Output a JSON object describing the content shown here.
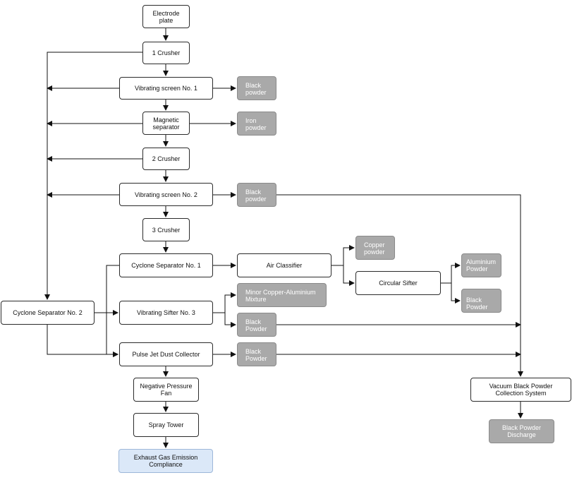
{
  "diagram": {
    "nodes": [
      {
        "id": "electrode-plate",
        "label": "Electrode plate",
        "style": "white"
      },
      {
        "id": "crusher-1",
        "label": "1 Crusher",
        "style": "white"
      },
      {
        "id": "vibrating-screen-1",
        "label": "Vibrating screen No. 1",
        "style": "white"
      },
      {
        "id": "black-powder-1",
        "label": "Black\npowder",
        "style": "gray"
      },
      {
        "id": "magnetic-separator",
        "label": "Magnetic\nseparator",
        "style": "white"
      },
      {
        "id": "iron-powder",
        "label": "Iron\npowder",
        "style": "gray"
      },
      {
        "id": "crusher-2",
        "label": "2 Crusher",
        "style": "white"
      },
      {
        "id": "vibrating-screen-2",
        "label": "Vibrating screen No. 2",
        "style": "white"
      },
      {
        "id": "black-powder-2",
        "label": "Black\npowder",
        "style": "gray"
      },
      {
        "id": "crusher-3",
        "label": "3 Crusher",
        "style": "white"
      },
      {
        "id": "cyclone-separator-1",
        "label": "Cyclone Separator No. 1",
        "style": "white"
      },
      {
        "id": "air-classifier",
        "label": "Air Classifier",
        "style": "white"
      },
      {
        "id": "copper-powder",
        "label": "Copper\npowder",
        "style": "gray"
      },
      {
        "id": "circular-sifter",
        "label": "Circular Sifter",
        "style": "white"
      },
      {
        "id": "aluminium-powder",
        "label": "Aluminium\nPowder",
        "style": "gray"
      },
      {
        "id": "black-powder-circular",
        "label": "Black\nPowder",
        "style": "gray"
      },
      {
        "id": "cyclone-separator-2",
        "label": "Cyclone Separator No. 2",
        "style": "white"
      },
      {
        "id": "vibrating-sifter-3",
        "label": "Vibrating Sifter No. 3",
        "style": "white"
      },
      {
        "id": "minor-copper-aluminium",
        "label": "Minor Copper-Aluminium\nMixture",
        "style": "gray"
      },
      {
        "id": "black-powder-sifter",
        "label": "Black\nPowder",
        "style": "gray"
      },
      {
        "id": "pulse-jet-dust-collector",
        "label": "Pulse Jet Dust Collector",
        "style": "white"
      },
      {
        "id": "black-powder-pulse",
        "label": "Black\nPowder",
        "style": "gray"
      },
      {
        "id": "negative-pressure-fan",
        "label": "Negative Pressure\nFan",
        "style": "white"
      },
      {
        "id": "spray-tower",
        "label": "Spray Tower",
        "style": "white"
      },
      {
        "id": "exhaust-gas",
        "label": "Exhaust Gas Emission\nCompliance",
        "style": "blue"
      },
      {
        "id": "vacuum-collection",
        "label": "Vacuum Black Powder\nCollection System",
        "style": "white"
      },
      {
        "id": "black-powder-discharge",
        "label": "Black Powder\nDischarge",
        "style": "gray-center"
      }
    ],
    "edges": [
      {
        "from": "electrode-plate",
        "to": "crusher-1"
      },
      {
        "from": "crusher-1",
        "to": "vibrating-screen-1"
      },
      {
        "from": "vibrating-screen-1",
        "to": "black-powder-1"
      },
      {
        "from": "vibrating-screen-1",
        "to": "magnetic-separator"
      },
      {
        "from": "magnetic-separator",
        "to": "iron-powder"
      },
      {
        "from": "magnetic-separator",
        "to": "crusher-2"
      },
      {
        "from": "crusher-2",
        "to": "vibrating-screen-2"
      },
      {
        "from": "vibrating-screen-2",
        "to": "black-powder-2"
      },
      {
        "from": "vibrating-screen-2",
        "to": "crusher-3"
      },
      {
        "from": "crusher-3",
        "to": "cyclone-separator-1"
      },
      {
        "from": "cyclone-separator-1",
        "to": "air-classifier"
      },
      {
        "from": "air-classifier",
        "to": "copper-powder"
      },
      {
        "from": "air-classifier",
        "to": "circular-sifter"
      },
      {
        "from": "circular-sifter",
        "to": "aluminium-powder"
      },
      {
        "from": "circular-sifter",
        "to": "black-powder-circular"
      },
      {
        "from": "cyclone-separator-2",
        "to": "vibrating-sifter-3"
      },
      {
        "from": "cyclone-separator-2",
        "to": "pulse-jet-dust-collector"
      },
      {
        "from": "vibrating-sifter-3",
        "to": "minor-copper-aluminium"
      },
      {
        "from": "vibrating-sifter-3",
        "to": "black-powder-sifter"
      },
      {
        "from": "cyclone-separator-1",
        "to": "pulse-jet-dust-collector"
      },
      {
        "from": "pulse-jet-dust-collector",
        "to": "black-powder-pulse"
      },
      {
        "from": "pulse-jet-dust-collector",
        "to": "negative-pressure-fan"
      },
      {
        "from": "negative-pressure-fan",
        "to": "spray-tower"
      },
      {
        "from": "spray-tower",
        "to": "exhaust-gas"
      },
      {
        "from": "crusher-1",
        "to": "cyclone-separator-2"
      },
      {
        "from": "vibrating-screen-1",
        "to": "cyclone-separator-2"
      },
      {
        "from": "magnetic-separator",
        "to": "cyclone-separator-2"
      },
      {
        "from": "crusher-2",
        "to": "cyclone-separator-2"
      },
      {
        "from": "vibrating-screen-2",
        "to": "cyclone-separator-2"
      },
      {
        "from": "black-powder-2",
        "to": "vacuum-collection"
      },
      {
        "from": "black-powder-sifter",
        "to": "vacuum-collection"
      },
      {
        "from": "black-powder-pulse",
        "to": "vacuum-collection"
      },
      {
        "from": "vacuum-collection",
        "to": "black-powder-discharge"
      }
    ]
  }
}
